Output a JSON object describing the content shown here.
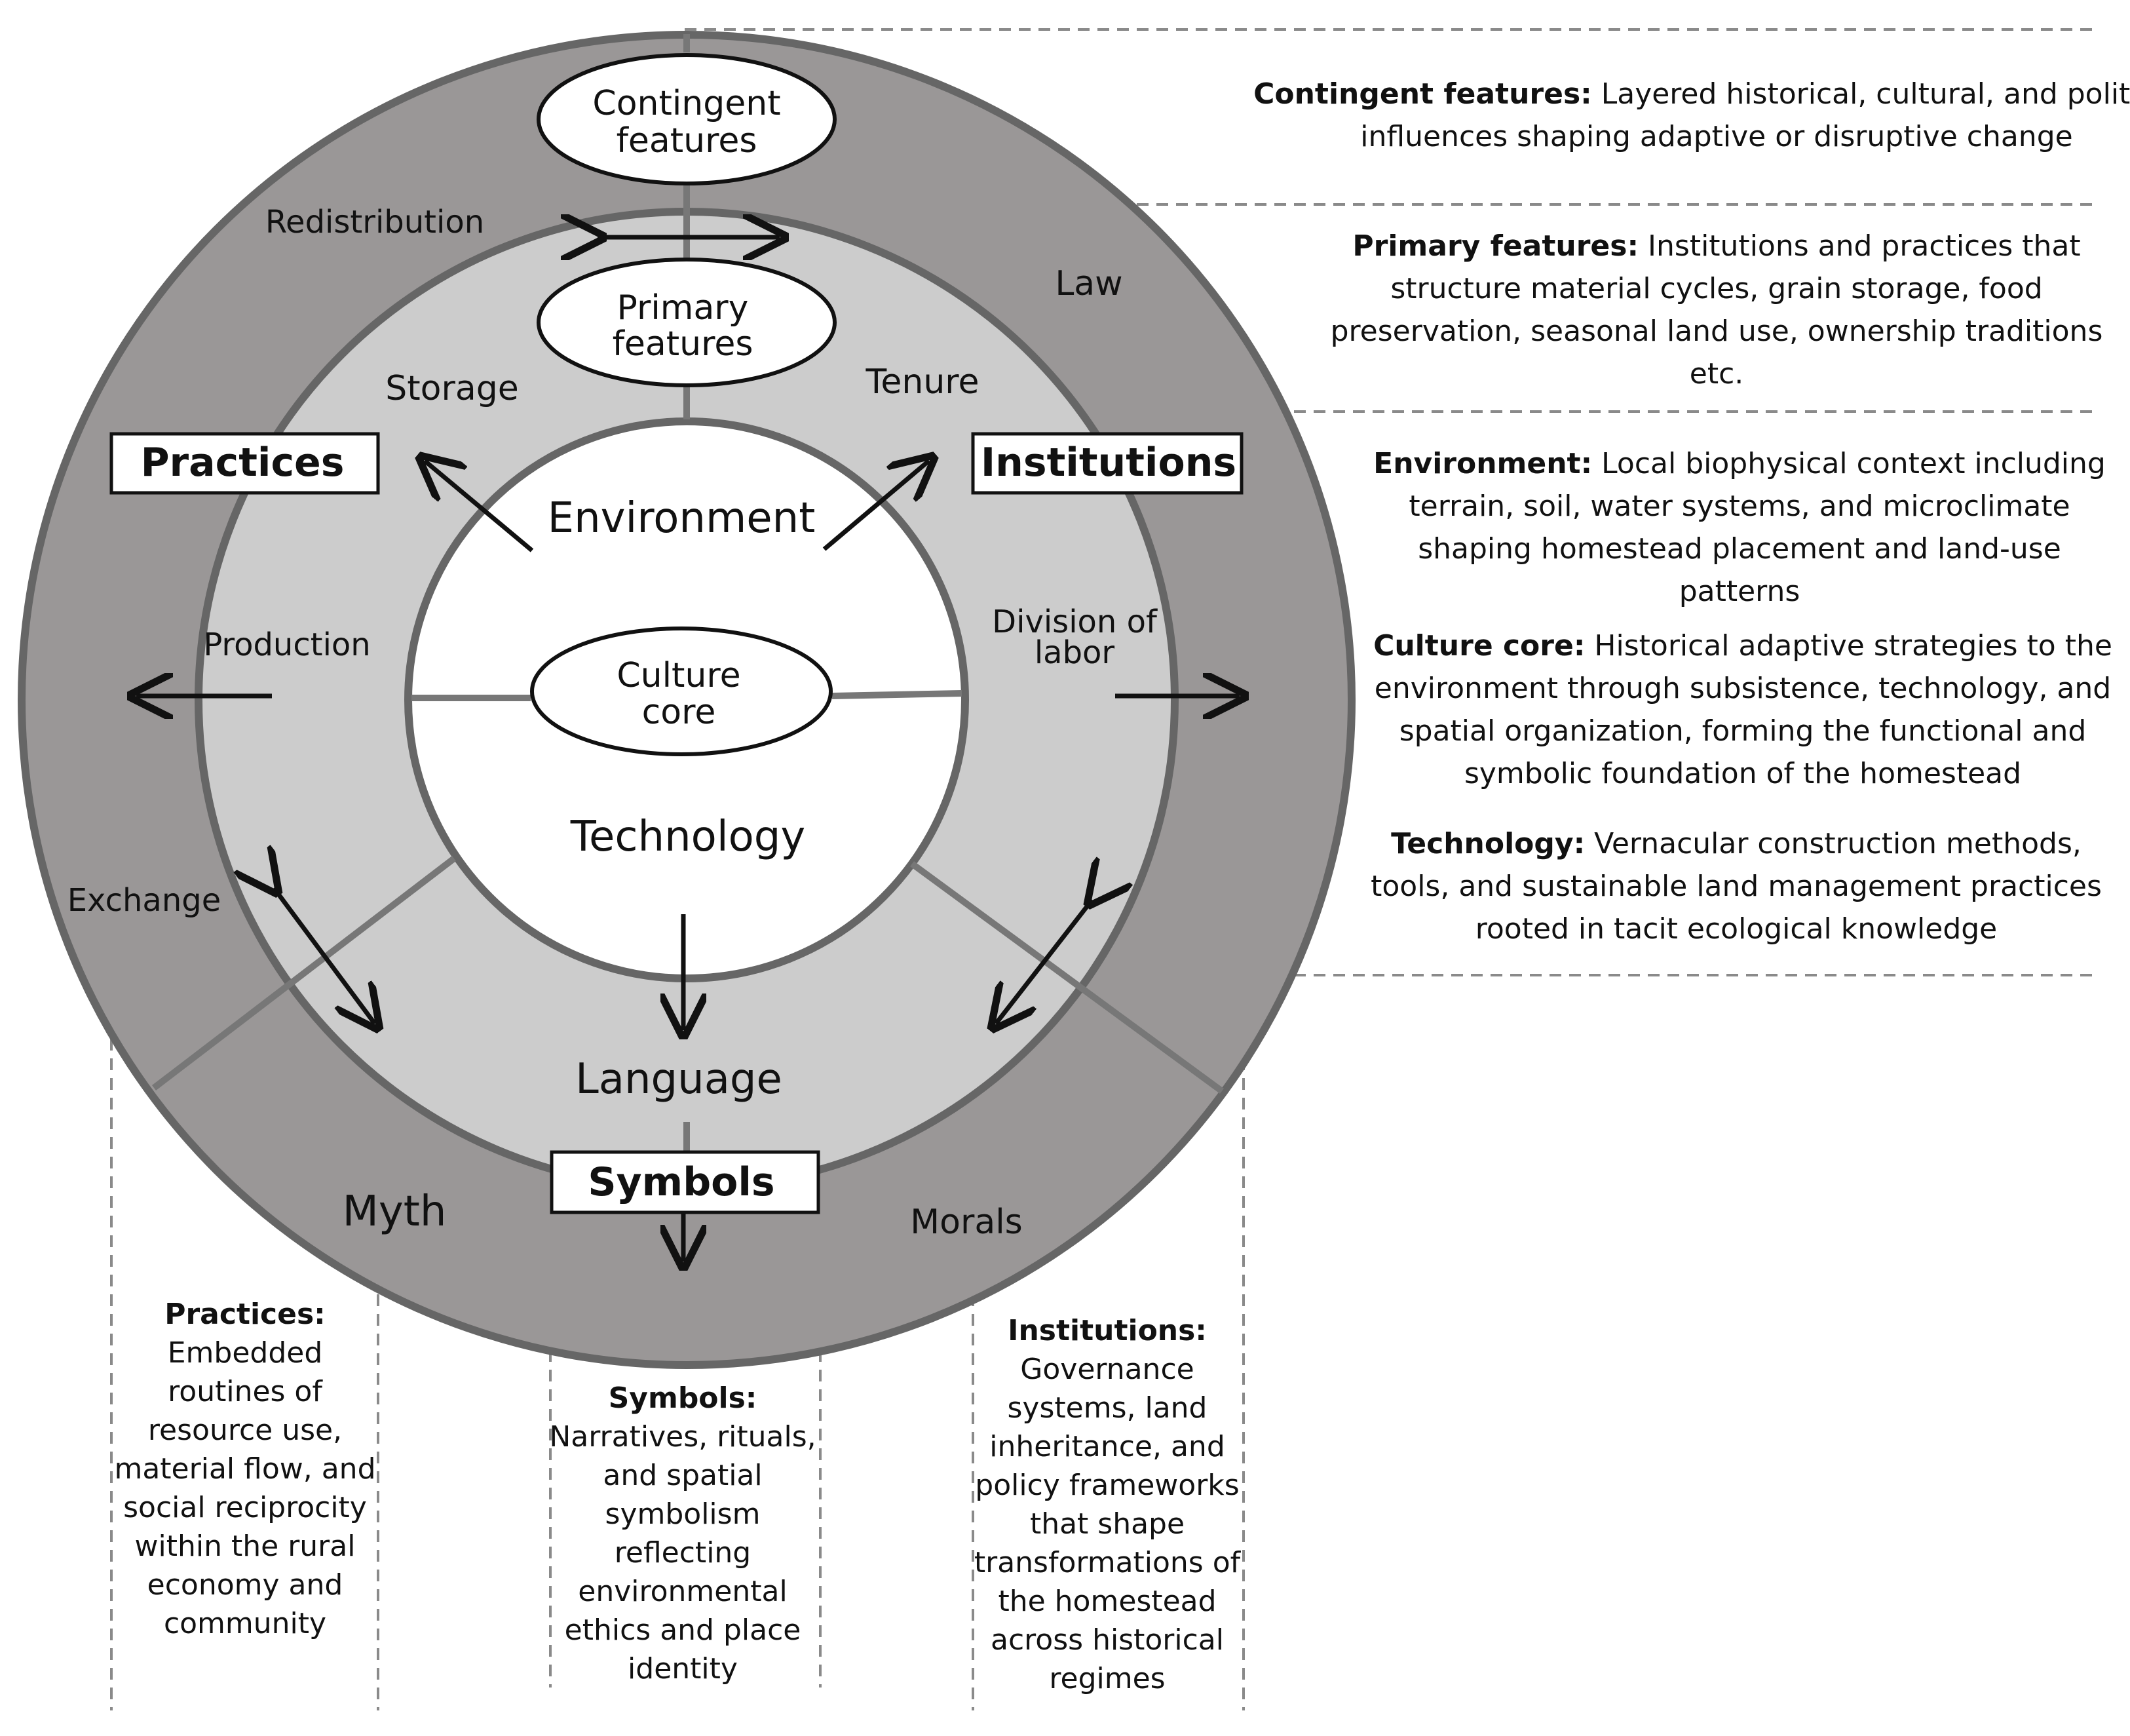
{
  "colors": {
    "outer_ring": "#9a9797",
    "middle_ring": "#cccccc",
    "inner_circle": "#ffffff",
    "stroke": "#666666",
    "arrow": "#111111"
  },
  "rings": {
    "contingent_label": [
      "Contingent",
      "features"
    ],
    "primary_label": [
      "Primary",
      "features"
    ],
    "culture_core_label": [
      "Culture",
      "core"
    ]
  },
  "inner": {
    "environment": "Environment",
    "technology": "Technology"
  },
  "middle": {
    "storage": "Storage",
    "tenure": "Tenure",
    "production": "Production",
    "division_of_labor": [
      "Division of",
      "labor"
    ],
    "language": "Language"
  },
  "outer": {
    "redistribution": "Redistribution",
    "law": "Law",
    "exchange": "Exchange",
    "myth": "Myth",
    "morals": "Morals"
  },
  "boxes": {
    "practices": "Practices",
    "institutions": "Institutions",
    "symbols": "Symbols"
  },
  "right_descriptions": {
    "contingent": {
      "lines": [
        {
          "bold": "Contingent features:",
          "text": " Layered historical, cultural, and political"
        },
        {
          "bold": "",
          "text": "influences shaping adaptive or disruptive change"
        }
      ]
    },
    "primary": {
      "lines": [
        {
          "bold": "Primary features:",
          "text": " Institutions and practices that"
        },
        {
          "bold": "",
          "text": "structure material cycles, grain storage, food"
        },
        {
          "bold": "",
          "text": "preservation, seasonal land use, ownership traditions"
        },
        {
          "bold": "",
          "text": "etc."
        }
      ]
    },
    "environment": {
      "lines": [
        {
          "bold": "Environment:",
          "text": " Local biophysical context including"
        },
        {
          "bold": "",
          "text": "terrain, soil, water systems, and microclimate"
        },
        {
          "bold": "",
          "text": "shaping homestead placement and land-use"
        },
        {
          "bold": "",
          "text": "patterns"
        }
      ]
    },
    "culture_core": {
      "lines": [
        {
          "bold": "Culture core:",
          "text": " Historical adaptive strategies to the"
        },
        {
          "bold": "",
          "text": "environment through subsistence, technology, and"
        },
        {
          "bold": "",
          "text": "spatial organization, forming the functional and"
        },
        {
          "bold": "",
          "text": "symbolic foundation of the homestead"
        }
      ]
    },
    "technology": {
      "lines": [
        {
          "bold": "Technology:",
          "text": " Vernacular construction methods,"
        },
        {
          "bold": "",
          "text": "tools, and sustainable land management practices"
        },
        {
          "bold": "",
          "text": "rooted in tacit ecological knowledge"
        }
      ]
    }
  },
  "bottom_descriptions": {
    "practices": {
      "title": "Practices:",
      "lines": [
        "Embedded",
        "routines of",
        "resource use,",
        "material flow, and",
        "social reciprocity",
        "within the rural",
        "economy and",
        "community"
      ]
    },
    "symbols": {
      "title": "Symbols:",
      "lines": [
        "Narratives, rituals,",
        "and spatial",
        "symbolism",
        "reflecting",
        "environmental",
        "ethics and place",
        "identity"
      ]
    },
    "institutions": {
      "title": "Institutions:",
      "lines": [
        "Governance",
        "systems, land",
        "inheritance, and",
        "policy frameworks",
        "that shape",
        "transformations of",
        "the homestead",
        "across historical",
        "regimes"
      ]
    }
  }
}
